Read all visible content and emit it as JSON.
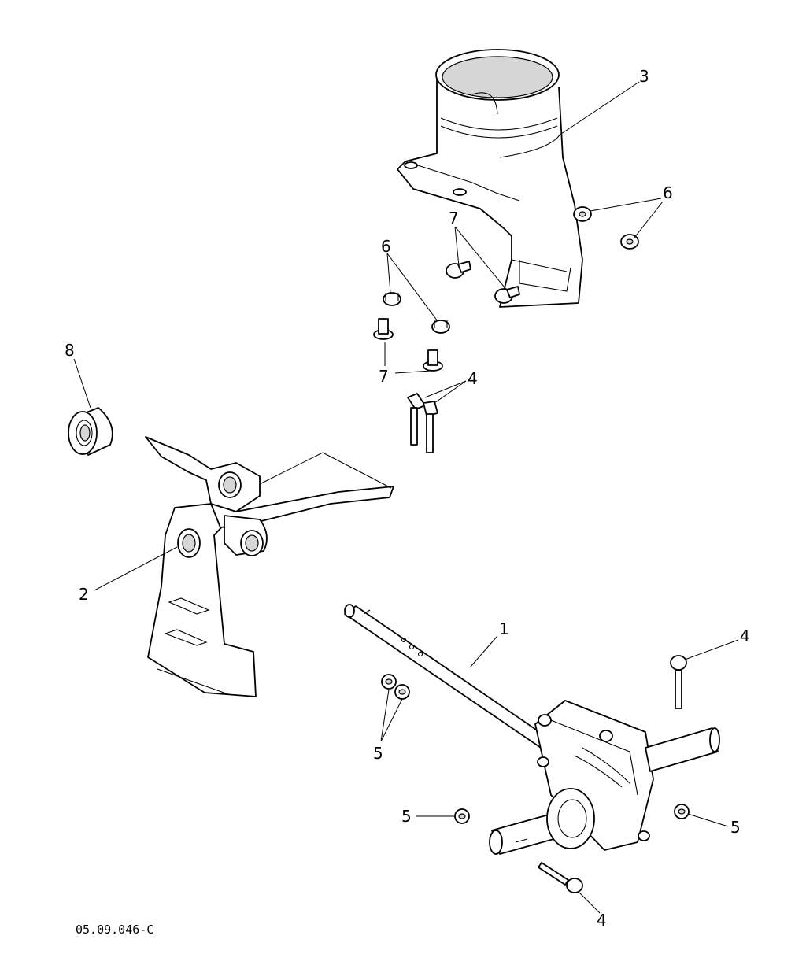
{
  "diagram": {
    "drawing_code": "05.09.046-C",
    "callouts": {
      "shaft": "1",
      "impeller": "2",
      "chute": "3",
      "bolt_top": "4",
      "bolt_right": "4",
      "bolt_bottom": "4",
      "nuts_left": "5",
      "nut_left_low": "5",
      "nut_right_low": "5",
      "nut_right_top": "6",
      "nut_left_top": "6",
      "carriage_right": "7",
      "carriage_left": "7",
      "bearing": "8"
    }
  }
}
